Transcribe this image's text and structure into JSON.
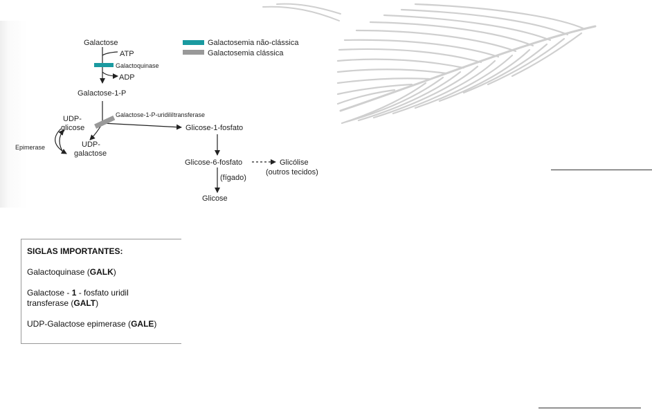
{
  "nodes": {
    "galactose": "Galactose",
    "atp": "ATP",
    "galactoquinase": "Galactoquinase",
    "adp": "ADP",
    "galactose_1_p": "Galactose-1-P",
    "udp_glicose_1": "UDP-",
    "udp_glicose_2": "glicose",
    "transferase": "Galactose-1-P-uridiliItransferase",
    "glicose_1_fosfato": "Glicose-1-fosfato",
    "epimerase": "Epimerase",
    "udp_galactose_1": "UDP-",
    "udp_galactose_2": "galactose",
    "glicose_6_fosfato": "Glicose-6-fosfato",
    "glicolise": "Glicólise",
    "outros_tecidos": "(outros tecidos)",
    "figado": "(fígado)",
    "glicose": "Glicose"
  },
  "legend": {
    "items": [
      {
        "label": "Galactosemia não-clássica",
        "color": "#1a9aa0"
      },
      {
        "label": "Galactosemia clássica",
        "color": "#999999"
      }
    ]
  },
  "abbreviations": {
    "title": "SIGLAS IMPORTANTES:",
    "galk_prefix": "Galactoquinase (",
    "galk_code": "GALK",
    "galk_suffix": ")",
    "galt_line1_a": "Galactose - ",
    "galt_line1_num": "1",
    "galt_line1_b": " - fosfato uridil",
    "galt_line2_prefix": "transferase (",
    "galt_code": "GALT",
    "galt_suffix": ")",
    "gale_prefix": "UDP-Galactose epimerase (",
    "gale_code": "GALE",
    "gale_suffix": ")"
  },
  "colors": {
    "non_classic": "#1a9aa0",
    "classic": "#999999",
    "feather": "#cfcfcf"
  }
}
